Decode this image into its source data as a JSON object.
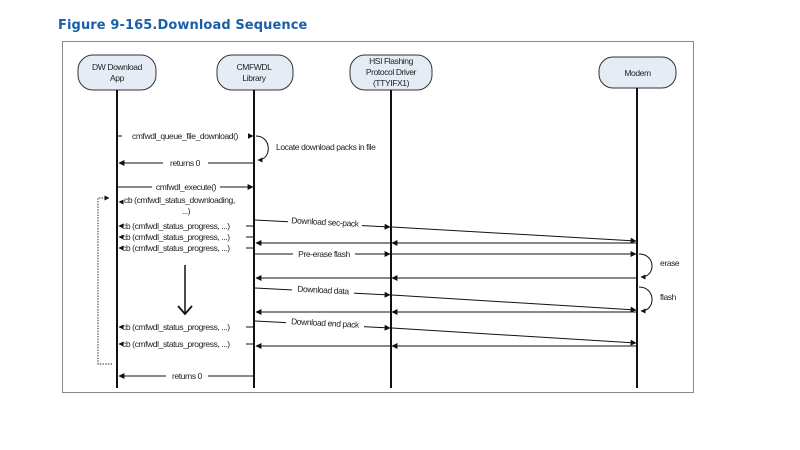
{
  "figure": {
    "title": "Figure 9-165.Download Sequence"
  },
  "participants": [
    {
      "id": "app",
      "lines": [
        "DW Download",
        "App"
      ]
    },
    {
      "id": "lib",
      "lines": [
        "CMFWDL",
        "Library"
      ]
    },
    {
      "id": "hsi",
      "lines": [
        "HSI Flashing",
        "Protocol Driver",
        "(TTYIFX1)"
      ]
    },
    {
      "id": "modem",
      "lines": [
        "Modem"
      ]
    }
  ],
  "messages": [
    {
      "label": "cmfwdl_queue_file_download()",
      "from": "app",
      "to": "lib"
    },
    {
      "label": "Locate download packs in file",
      "self": "lib"
    },
    {
      "label": "returns 0",
      "from": "lib",
      "to": "app"
    },
    {
      "label": "cmfwdl_execute()",
      "from": "app",
      "to": "lib"
    },
    {
      "label_lines": [
        "cb (cmfwdl_status_downloading,",
        "...)"
      ],
      "from": "lib",
      "to": "app"
    },
    {
      "label": "Download sec-pack",
      "from": "lib",
      "to": "modem"
    },
    {
      "label": "cb (cmfwdl_status_progress, ...)",
      "from": "lib",
      "to": "app"
    },
    {
      "label": "",
      "from": "modem",
      "to": "lib"
    },
    {
      "label": "cb (cmfwdl_status_progress, ...)",
      "from": "lib",
      "to": "app"
    },
    {
      "label": "cb (cmfwdl_status_progress, ...)",
      "from": "lib",
      "to": "app"
    },
    {
      "label": "Pre-erase flash",
      "from": "lib",
      "to": "modem"
    },
    {
      "label": "erase",
      "self": "modem"
    },
    {
      "label": "",
      "from": "modem",
      "to": "lib"
    },
    {
      "label": "Download data",
      "from": "lib",
      "to": "modem"
    },
    {
      "label": "flash",
      "self": "modem"
    },
    {
      "label": "",
      "from": "modem",
      "to": "lib"
    },
    {
      "label": "cb (cmfwdl_status_progress, ...)",
      "from": "lib",
      "to": "app"
    },
    {
      "label": "Download end pack",
      "from": "lib",
      "to": "modem"
    },
    {
      "label": "cb (cmfwdl_status_progress, ...)",
      "from": "lib",
      "to": "app"
    },
    {
      "label": "",
      "from": "modem",
      "to": "lib"
    },
    {
      "label": "returns 0",
      "from": "lib",
      "to": "app"
    }
  ],
  "labels": {
    "queue": "cmfwdl_queue_file_download()",
    "locate": "Locate download packs in file",
    "returns0a": "returns 0",
    "execute": "cmfwdl_execute()",
    "cb_downloading_1": "cb (cmfwdl_status_downloading,",
    "cb_downloading_2": "...)",
    "cb_progress": "cb (cmfwdl_status_progress, ...)",
    "sec_pack": "Download sec-pack",
    "pre_erase": "Pre-erase flash",
    "erase": "erase",
    "download_data": "Download data",
    "flash": "flash",
    "end_pack": "Download end pack",
    "returns0b": "returns 0"
  },
  "colors": {
    "title": "#1a5fa8",
    "participant_fill": "#e6ecf6",
    "line": "#111111",
    "frame": "#8a8a8a"
  }
}
